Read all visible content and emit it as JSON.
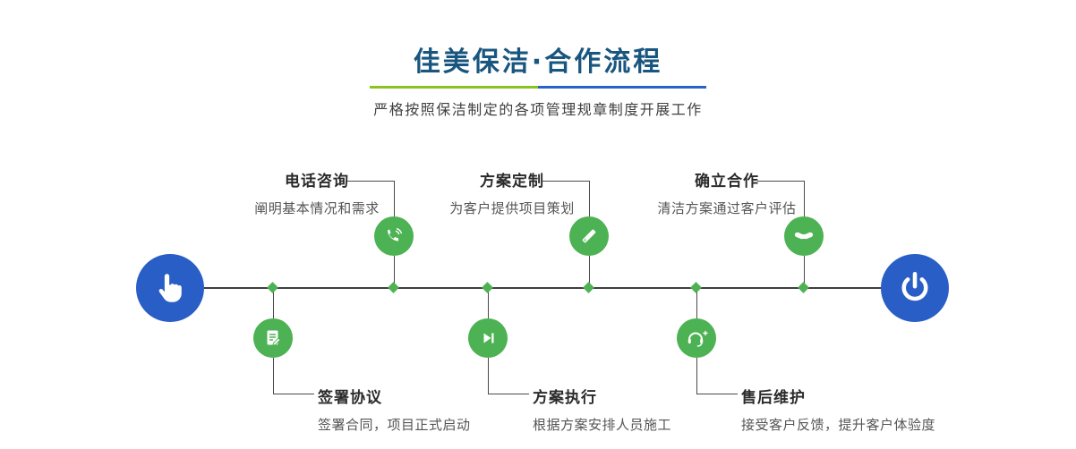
{
  "header": {
    "title": "佳美保洁·合作流程",
    "subtitle": "严格按照保洁制定的各项管理规章制度开展工作"
  },
  "colors": {
    "green": "#4db253",
    "blue_endcap": "#2a5ec7",
    "title_navy": "#19567f",
    "divider_green": "#8cc220",
    "divider_blue": "#2a62c5"
  },
  "timeline": {
    "start_icon": "pointing-hand-icon",
    "end_icon": "power-icon"
  },
  "steps_top": [
    {
      "title": "电话咨询",
      "desc": "阐明基本情况和需求",
      "icon": "phone-icon"
    },
    {
      "title": "方案定制",
      "desc": "为客户提供项目策划",
      "icon": "design-icon"
    },
    {
      "title": "确立合作",
      "desc": "清洁方案通过客户评估",
      "icon": "handshake-icon"
    }
  ],
  "steps_bottom": [
    {
      "title": "签署协议",
      "desc": "签署合同，项目正式启动",
      "icon": "contract-icon"
    },
    {
      "title": "方案执行",
      "desc": "根据方案安排人员施工",
      "icon": "play-icon"
    },
    {
      "title": "售后维护",
      "desc": "接受客户反馈，提升客户体验度",
      "icon": "headset-icon"
    }
  ]
}
